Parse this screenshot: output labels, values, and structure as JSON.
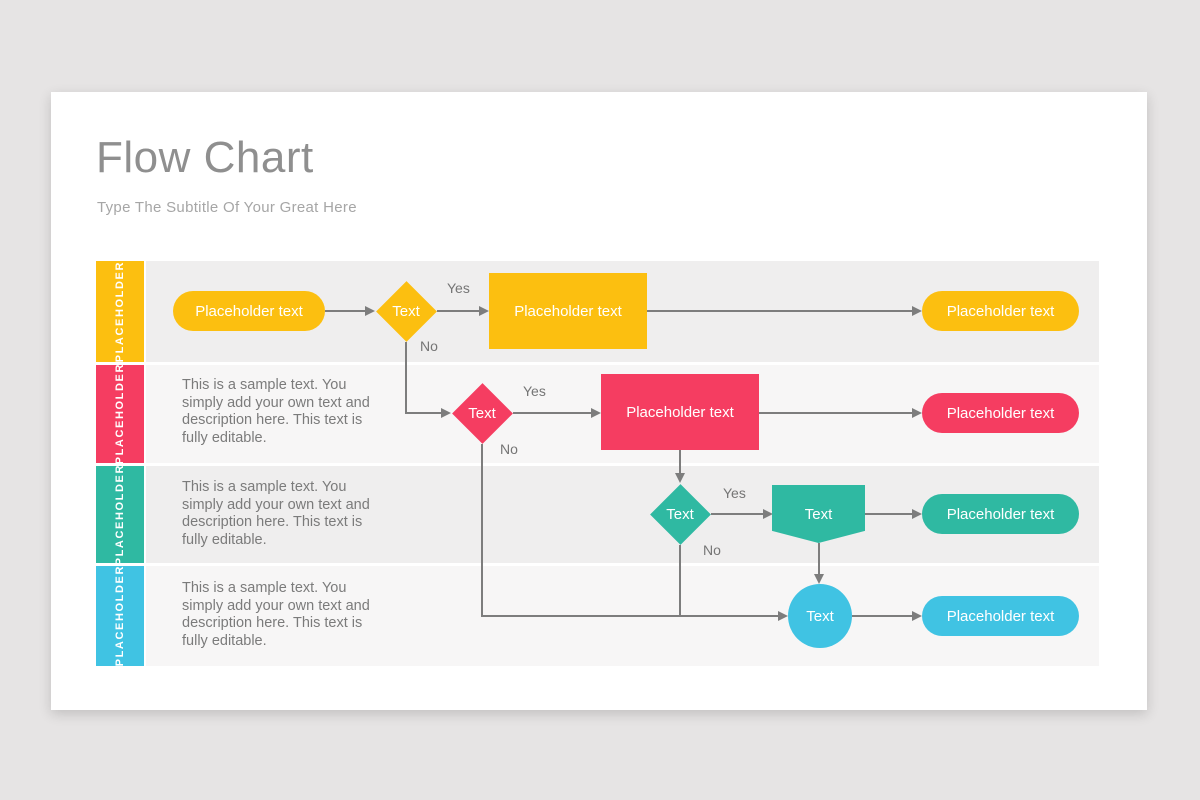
{
  "slide": {
    "title": "Flow Chart",
    "subtitle": "Type The Subtitle Of Your Great Here"
  },
  "colors": {
    "yellow": "#FCBF10",
    "pink": "#F53D61",
    "teal": "#2FB9A2",
    "cyan": "#40C3E3",
    "line": "#7d7d7d"
  },
  "connector_labels": {
    "yes": "Yes",
    "no": "No"
  },
  "lanes": [
    {
      "label": "PLACEHOLDER"
    },
    {
      "label": "PLACEHOLDER",
      "description": "This is a sample text. You\nsimply add your own text and\ndescription here. This text is\nfully editable."
    },
    {
      "label": "PLACEHOLDER",
      "description": "This is a sample text. You\nsimply add your own text and\ndescription here. This text is\nfully editable."
    },
    {
      "label": "PLACEHOLDER",
      "description": "This is a sample text. You\nsimply add your own text and\ndescription here. This text is\nfully editable."
    }
  ],
  "nodes": {
    "l1_start": "Placeholder text",
    "l1_decision": "Text",
    "l1_process": "Placeholder text",
    "l1_end": "Placeholder text",
    "l2_decision": "Text",
    "l2_process": "Placeholder text",
    "l2_end": "Placeholder text",
    "l3_decision": "Text",
    "l3_offpage": "Text",
    "l3_end": "Placeholder text",
    "l4_terminator": "Text",
    "l4_end": "Placeholder text"
  }
}
